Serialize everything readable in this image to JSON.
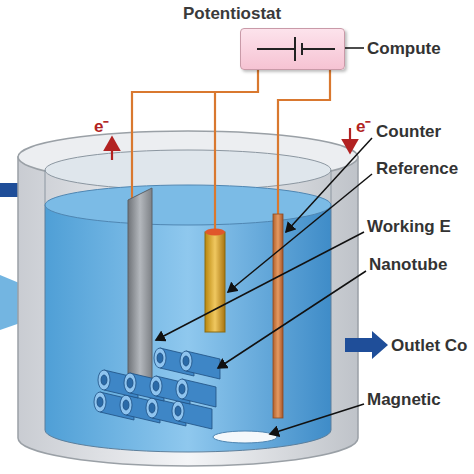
{
  "diagram": {
    "nodes": [
      {
        "text": [
          "Potentiostat"
        ]
      }
    ],
    "labels": [
      "Compute",
      "Counter",
      "Reference",
      "Working E",
      "Nanotube",
      "Outlet Co",
      "Magnetic",
      "e⁻",
      "e⁻"
    ]
  }
}
